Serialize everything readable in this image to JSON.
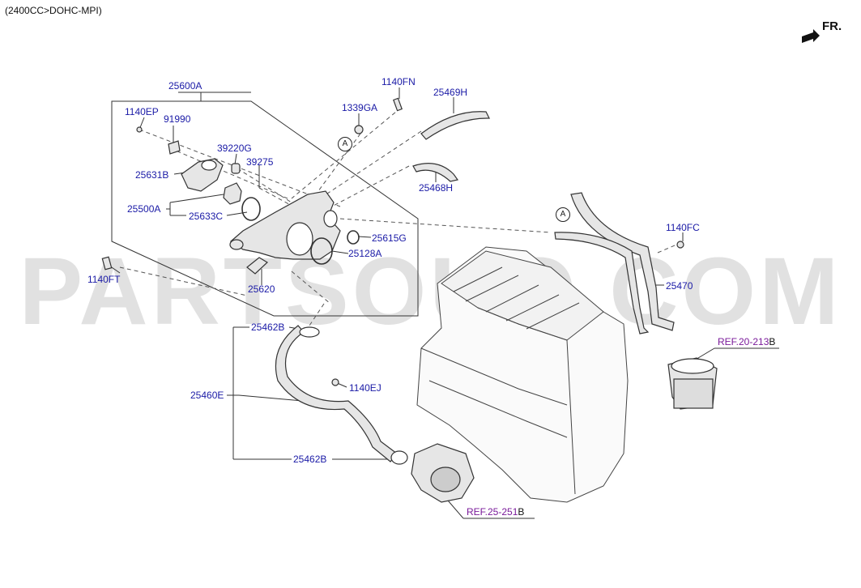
{
  "header": {
    "engine_spec": "(2400CC>DOHC-MPI)",
    "front_label": "FR."
  },
  "watermark": "PARTSOUQ.COM",
  "callouts": {
    "marker_a1": "A",
    "marker_a2": "A"
  },
  "parts": {
    "p25600A": "25600A",
    "p1140EP": "1140EP",
    "p91990": "91990",
    "p39220G": "39220G",
    "p39275": "39275",
    "p25631B": "25631B",
    "p25500A": "25500A",
    "p25633C": "25633C",
    "p25615G": "25615G",
    "p25128A": "25128A",
    "p25620": "25620",
    "p1140FT": "1140FT",
    "p1140FN": "1140FN",
    "p25469H": "25469H",
    "p1339GA": "1339GA",
    "p25468H": "25468H",
    "p1140FC": "1140FC",
    "p25470": "25470",
    "p25462B_top": "25462B",
    "p25460E": "25460E",
    "p1140EJ": "1140EJ",
    "p25462B_bottom": "25462B"
  },
  "references": {
    "ref_20_213": {
      "text": "REF.20-213",
      "suffix": "B"
    },
    "ref_25_251": {
      "text": "REF.25-251",
      "suffix": "B"
    }
  },
  "colors": {
    "label": "#1a1aa6",
    "reference": "#7a1a9a",
    "line": "#333333",
    "watermark": "#d7d7d7"
  }
}
